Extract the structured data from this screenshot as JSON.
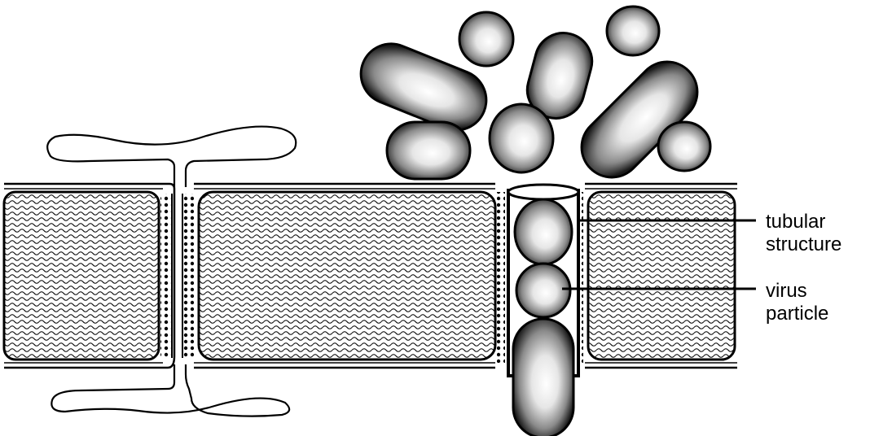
{
  "labels": {
    "tubular_structure": [
      "tubular",
      "structure"
    ],
    "virus_particle": [
      "virus",
      "particle"
    ]
  },
  "colors": {
    "stroke": "#000000",
    "background": "#ffffff",
    "particle_light": "#ffffff",
    "particle_dark": "#1a1a1a"
  }
}
